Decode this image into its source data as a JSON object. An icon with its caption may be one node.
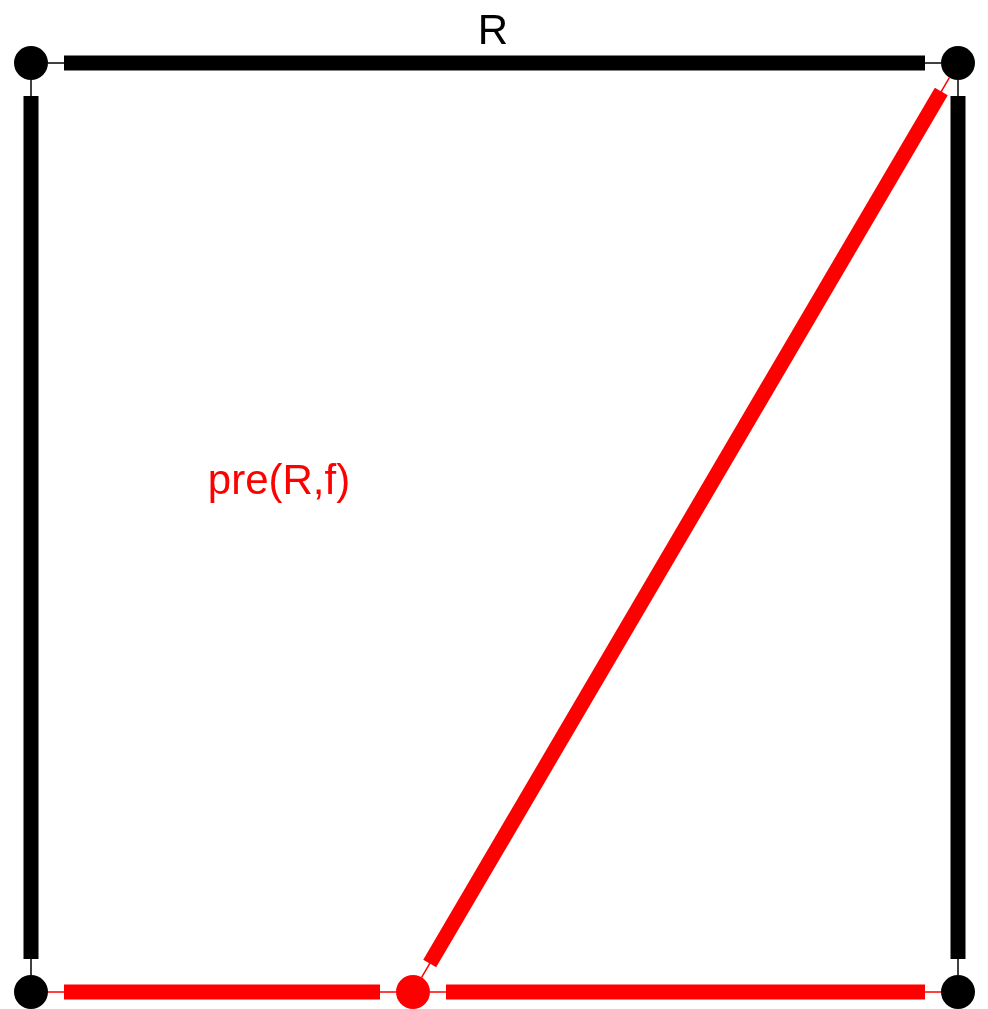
{
  "diagram": {
    "nodes": [
      {
        "text": [],
        "shape": "circle"
      },
      {
        "text": [],
        "shape": "circle"
      },
      {
        "text": [],
        "shape": "circle"
      },
      {
        "text": [],
        "shape": "circle"
      },
      {
        "text": [],
        "shape": "circle"
      }
    ],
    "edges": [
      {
        "from": 0,
        "to": 1,
        "arrow": "none",
        "label": "R"
      },
      {
        "from": 0,
        "to": 2,
        "arrow": "none"
      },
      {
        "from": 1,
        "to": 4,
        "arrow": "none"
      },
      {
        "from": 2,
        "to": 3,
        "arrow": "none",
        "color": "#ff0000"
      },
      {
        "from": 3,
        "to": 4,
        "arrow": "none",
        "color": "#ff0000"
      },
      {
        "from": 3,
        "to": 1,
        "arrow": "none",
        "color": "#ff0000"
      }
    ],
    "labels": [
      "pre(R,f)"
    ]
  }
}
